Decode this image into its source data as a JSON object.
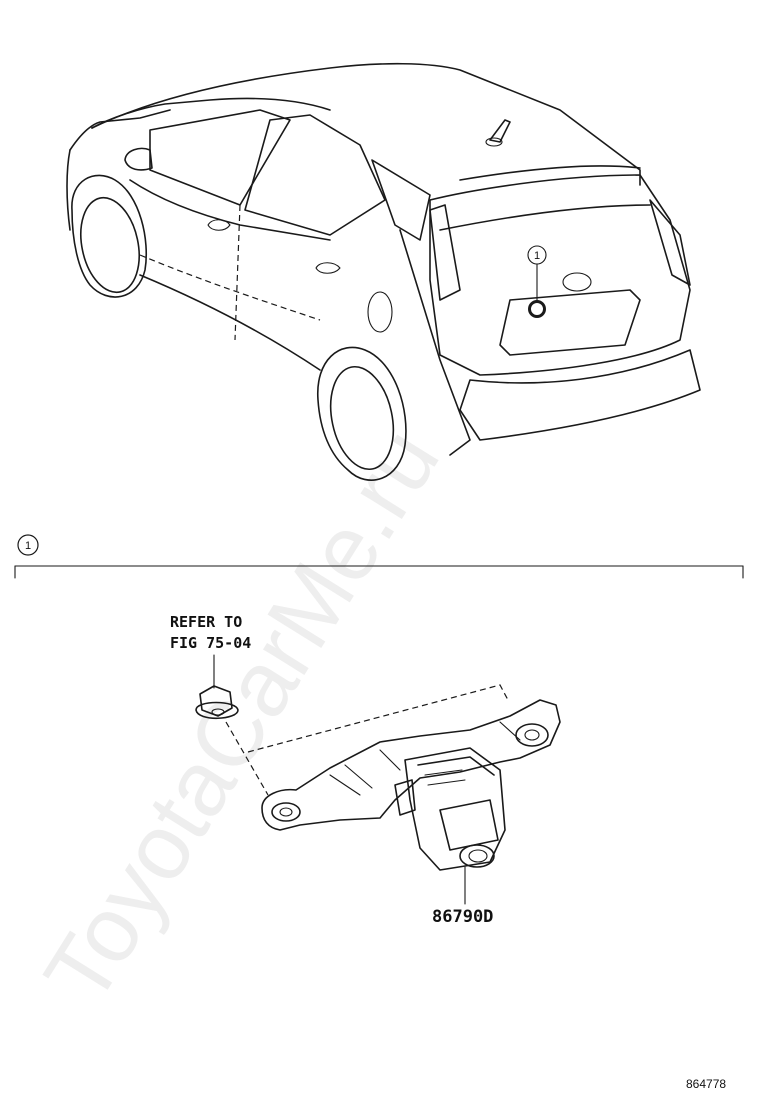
{
  "watermark": "ToyotaCarMe.ru",
  "callouts": {
    "top_marker": "1",
    "section_marker": "1"
  },
  "labels": {
    "refer_line1": "REFER TO",
    "refer_line2": "FIG 75-04",
    "part_number": "86790D",
    "illustration_id": "864778"
  },
  "icons": {
    "vehicle": "hatchback-car-rear-view-illustration",
    "camera": "rear-view-camera-bracket-illustration",
    "nut": "flange-nut-illustration"
  },
  "colors": {
    "ink": "#1a1a1a",
    "watermark": "#d9d9d9"
  }
}
